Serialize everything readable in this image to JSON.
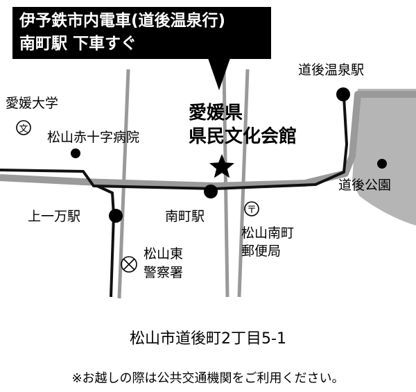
{
  "callout": {
    "line1": "伊予鉄市内電車(道後温泉行)",
    "line2": "南町駅 下車すぐ"
  },
  "venue": {
    "line1": "愛媛県",
    "line2": "県民文化会館"
  },
  "stations": {
    "dogo_onsen": "道後温泉駅",
    "kamiichiman": "上一万駅",
    "minamimachi": "南町駅"
  },
  "landmarks": {
    "ehime_university": "愛媛大学",
    "red_cross_hospital": "松山赤十字病院",
    "dogo_park": "道後公園",
    "police_line1": "松山東",
    "police_line2": "警察署",
    "post_line1": "松山南町",
    "post_line2": "郵便局"
  },
  "symbols": {
    "school": "文",
    "post_office": "〒"
  },
  "address": "松山市道後町2丁目5-1",
  "note": "※お越しの際は公共交通機関をご利用ください。",
  "colors": {
    "road_gray": "#9a9a9a",
    "park_gray": "#b5b5b5",
    "tram_line": "#111111",
    "callout_bg": "#000000"
  }
}
